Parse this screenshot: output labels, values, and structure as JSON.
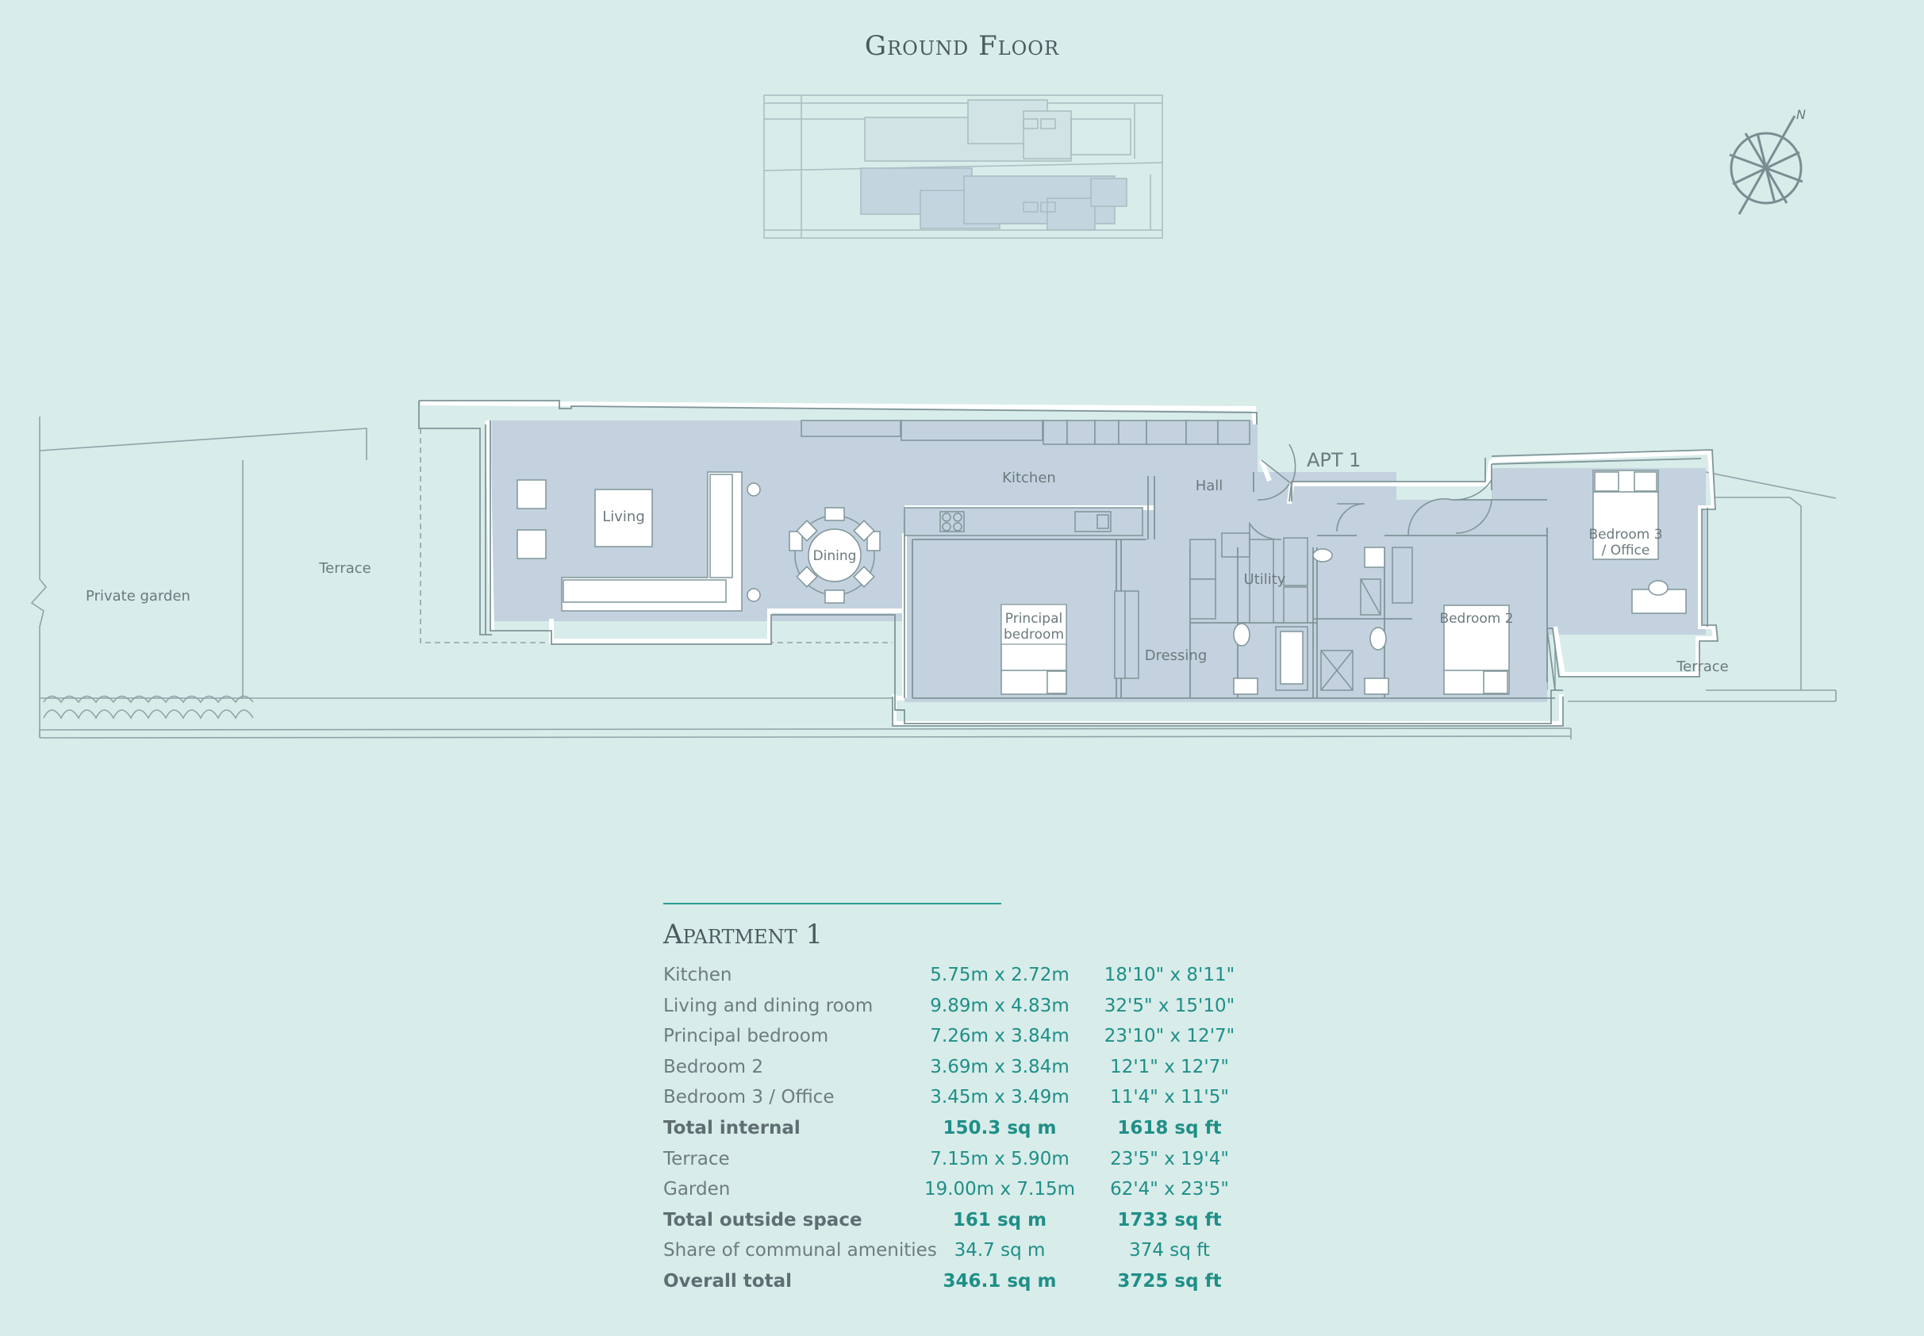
{
  "page": {
    "title": "Ground Floor"
  },
  "plan_labels": {
    "apartment_tag": "APT 1",
    "private_garden": "Private garden",
    "terrace_left": "Terrace",
    "terrace_right": "Terrace",
    "living": "Living",
    "dining": "Dining",
    "kitchen": "Kitchen",
    "hall": "Hall",
    "utility": "Utility",
    "dressing": "Dressing",
    "principal_bedroom_line1": "Principal",
    "principal_bedroom_line2": "bedroom",
    "bedroom2": "Bedroom 2",
    "bedroom3_line1": "Bedroom 3",
    "bedroom3_line2": "/ Office",
    "compass_north": "N"
  },
  "schedule": {
    "title": "Apartment 1",
    "rows": [
      {
        "room": "Kitchen",
        "metric": "5.75m x 2.72m",
        "imperial": "18'10\" x 8'11\"",
        "bold": false
      },
      {
        "room": "Living and dining room",
        "metric": "9.89m x 4.83m",
        "imperial": "32'5\" x 15'10\"",
        "bold": false
      },
      {
        "room": "Principal bedroom",
        "metric": "7.26m x 3.84m",
        "imperial": "23'10\" x 12'7\"",
        "bold": false
      },
      {
        "room": "Bedroom 2",
        "metric": "3.69m x 3.84m",
        "imperial": "12'1\" x 12'7\"",
        "bold": false
      },
      {
        "room": "Bedroom 3 / Office",
        "metric": "3.45m x 3.49m",
        "imperial": "11'4\" x 11'5\"",
        "bold": false
      },
      {
        "room": "Total internal",
        "metric": "150.3 sq m",
        "imperial": "1618 sq ft",
        "bold": true
      },
      {
        "room": "Terrace",
        "metric": "7.15m x 5.90m",
        "imperial": "23'5\" x 19'4\"",
        "bold": false
      },
      {
        "room": "Garden",
        "metric": "19.00m x 7.15m",
        "imperial": "62'4\" x 23'5\"",
        "bold": false
      },
      {
        "room": "Total outside space",
        "metric": "161 sq m",
        "imperial": "1733 sq ft",
        "bold": true
      },
      {
        "room": "Share of communal amenities",
        "metric": "34.7 sq m",
        "imperial": "374 sq ft",
        "bold": false
      },
      {
        "room": "Overall total",
        "metric": "346.1 sq m",
        "imperial": "3725 sq ft",
        "bold": true
      }
    ]
  },
  "colors": {
    "background": "#d8ecea",
    "apartment_fill": "#c3d2de",
    "key_plan_fill": "#c8dbe0",
    "line": "#7f9599",
    "accent": "#1f8f87"
  },
  "icons": {
    "compass": "compass-icon"
  }
}
